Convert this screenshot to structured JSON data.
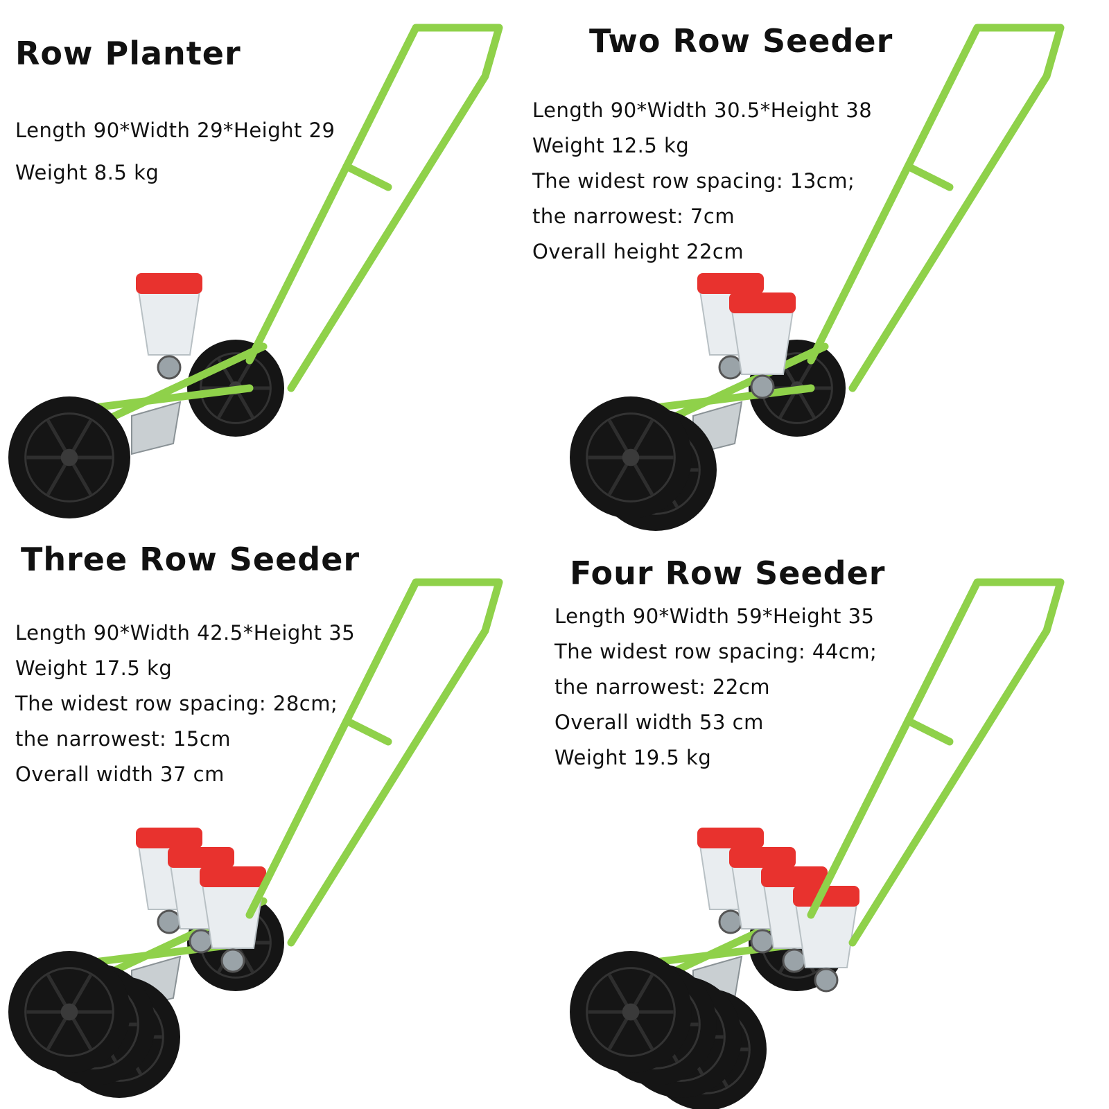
{
  "colors": {
    "frame": "#8fd14a",
    "frame_edge": "#5f9a2a",
    "wheel": "#151515",
    "hopper_lid": "#e8322e",
    "hopper_body": "#e9edf0",
    "metal": "#9aa3a8"
  },
  "panels": [
    {
      "title": "Row Planter",
      "rows": 1,
      "specs": [
        "Length 90*Width 29*Height 29",
        "Weight 8.5 kg"
      ]
    },
    {
      "title": "Two Row Seeder",
      "rows": 2,
      "specs": [
        "Length 90*Width 30.5*Height 38",
        "Weight 12.5 kg",
        "The widest row spacing: 13cm;",
        "the narrowest: 7cm",
        "Overall height 22cm"
      ]
    },
    {
      "title": "Three Row Seeder",
      "rows": 3,
      "specs": [
        "Length 90*Width 42.5*Height 35",
        "Weight 17.5 kg",
        "The widest row spacing: 28cm;",
        "the narrowest: 15cm",
        "Overall width 37 cm"
      ]
    },
    {
      "title": "Four Row Seeder",
      "rows": 4,
      "specs": [
        "Length 90*Width 59*Height 35",
        "The widest row spacing: 44cm;",
        "the narrowest: 22cm",
        "Overall width 53 cm",
        "Weight 19.5 kg"
      ]
    }
  ]
}
